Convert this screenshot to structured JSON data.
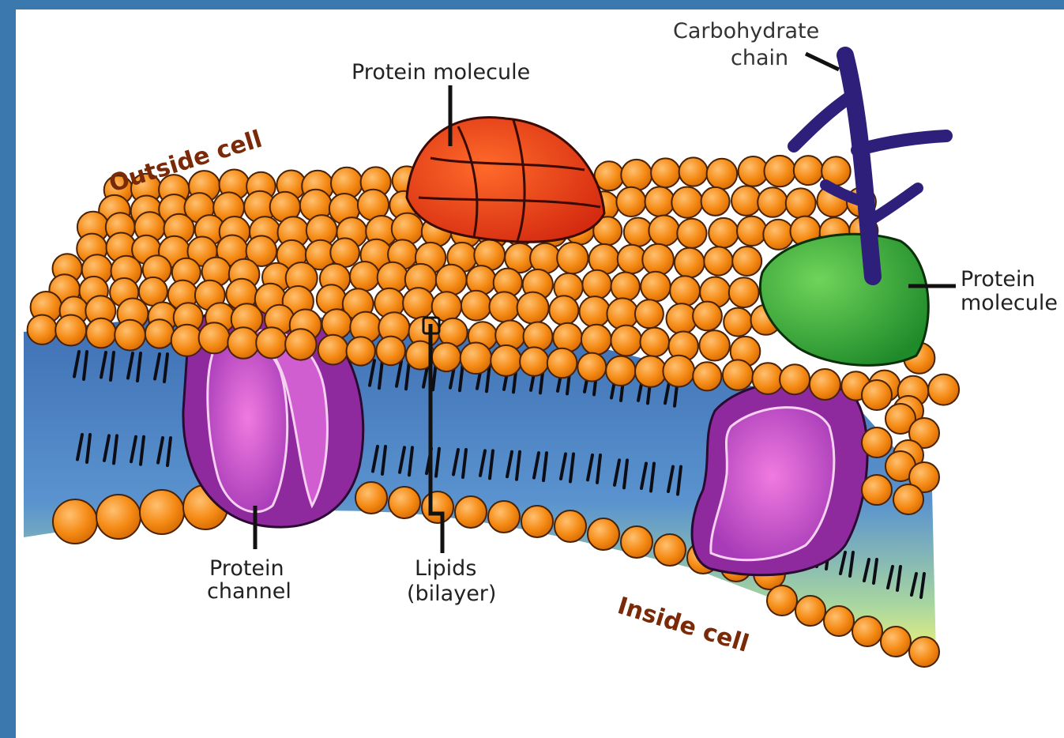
{
  "diagram": {
    "regions": {
      "outside": "Outside cell",
      "inside": "Inside cell"
    },
    "labels": {
      "protein_top": "Protein molecule",
      "carb_line1": "Carbohydrate",
      "carb_line2": "chain",
      "protein_right_line1": "Protein",
      "protein_right_line2": "molecule",
      "channel_line1": "Protein",
      "channel_line2": "channel",
      "lipids_line1": "Lipids",
      "lipids_line2": "(bilayer)"
    },
    "colors": {
      "frame": "#3b78ad",
      "phospholipid_head": "#f7941d",
      "tail_region_top": "#4a7fc1",
      "tail_region_bottom": "#e9f07a",
      "protein_top": "#e8401c",
      "protein_right": "#2e9e2e",
      "carbohydrate": "#3a2a8a",
      "channel": "#a63cb0"
    }
  }
}
